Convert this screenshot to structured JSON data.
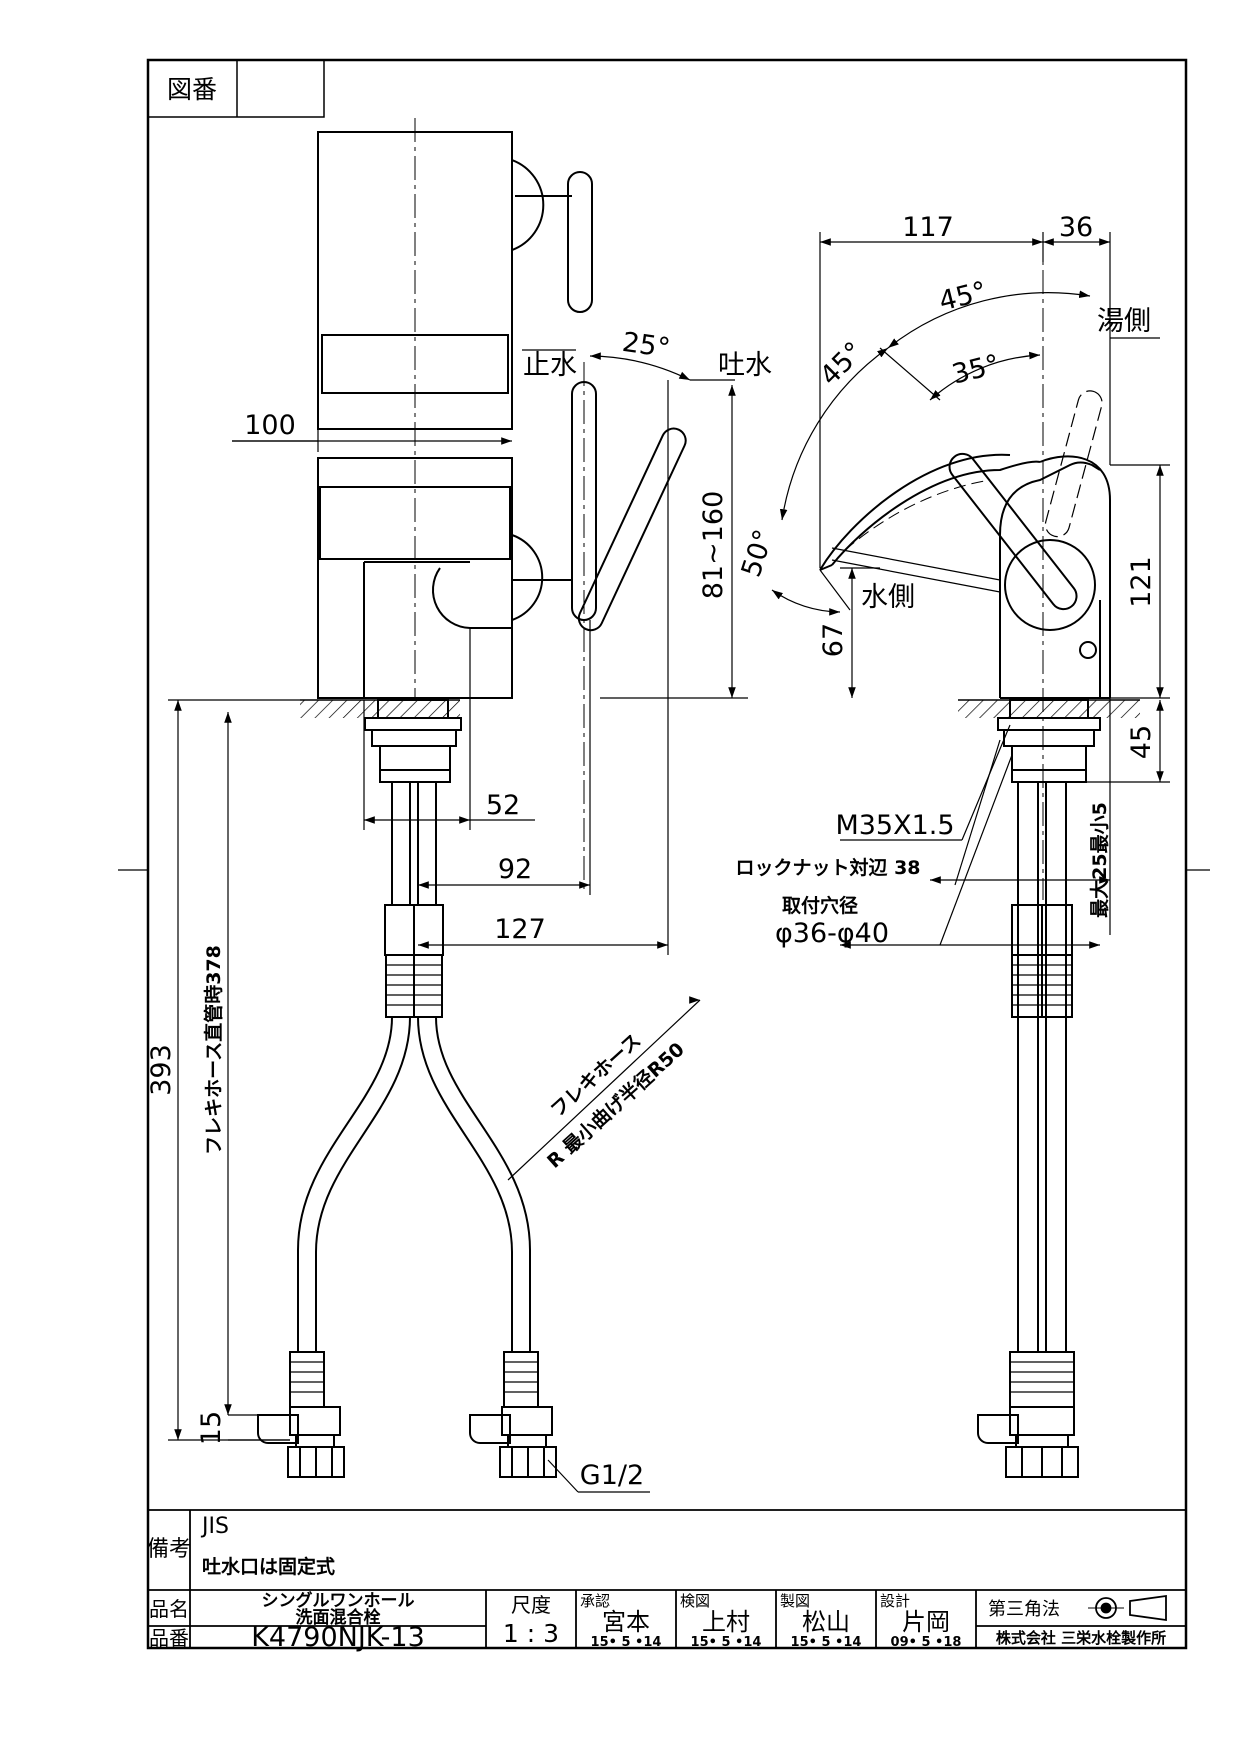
{
  "title_block": {
    "drawing_no_label": "図番",
    "remarks_label": "備考",
    "remarks_line1": "JIS",
    "remarks_line2": "吐水口は固定式",
    "product_name_label": "品名",
    "product_name_line1": "シングルワンホール",
    "product_name_line2": "洗面混合栓",
    "part_no_label": "品番",
    "part_no": "K4790NJK-13",
    "scale_label": "尺度",
    "scale": "1 : 3",
    "approval_label": "承認",
    "approval_name": "宮本",
    "approval_date": "15• 5 •14",
    "check_label": "検図",
    "check_name": "上村",
    "check_date": "15• 5 •14",
    "drawn_label": "製図",
    "drawn_name": "松山",
    "drawn_date": "15• 5 •14",
    "design_label": "設計",
    "design_name": "片岡",
    "design_date": "09• 5 •18",
    "projection_label": "第三角法",
    "company": "株式会社 三栄水栓製作所"
  },
  "front_view": {
    "dim_width": "100",
    "label_stop": "止水",
    "label_discharge": "吐水",
    "angle_lever": "25°",
    "dim_height_range": "81~160",
    "dim_52": "52",
    "dim_92": "92",
    "dim_127": "127",
    "dim_393": "393",
    "hose_straight": "フレキホース直管時378",
    "hose_note_line1": "フレキホース",
    "hose_note_line2": "R 最小曲げ半径R50",
    "dim_15": "15",
    "thread": "G1/2"
  },
  "side_view": {
    "dim_117": "117",
    "dim_36": "36",
    "angle_45_top": "45°",
    "angle_45_left": "45°",
    "angle_35": "35°",
    "angle_50": "50°",
    "label_hot": "湯側",
    "label_cold": "水側",
    "dim_121": "121",
    "dim_67": "67",
    "dim_45": "45",
    "thread_spec": "M35X1.5",
    "locknut": "ロックナット対辺 38",
    "hole_label": "取付穴径",
    "hole_dia": "φ36-φ40",
    "max_thickness": "最大25最小5"
  }
}
